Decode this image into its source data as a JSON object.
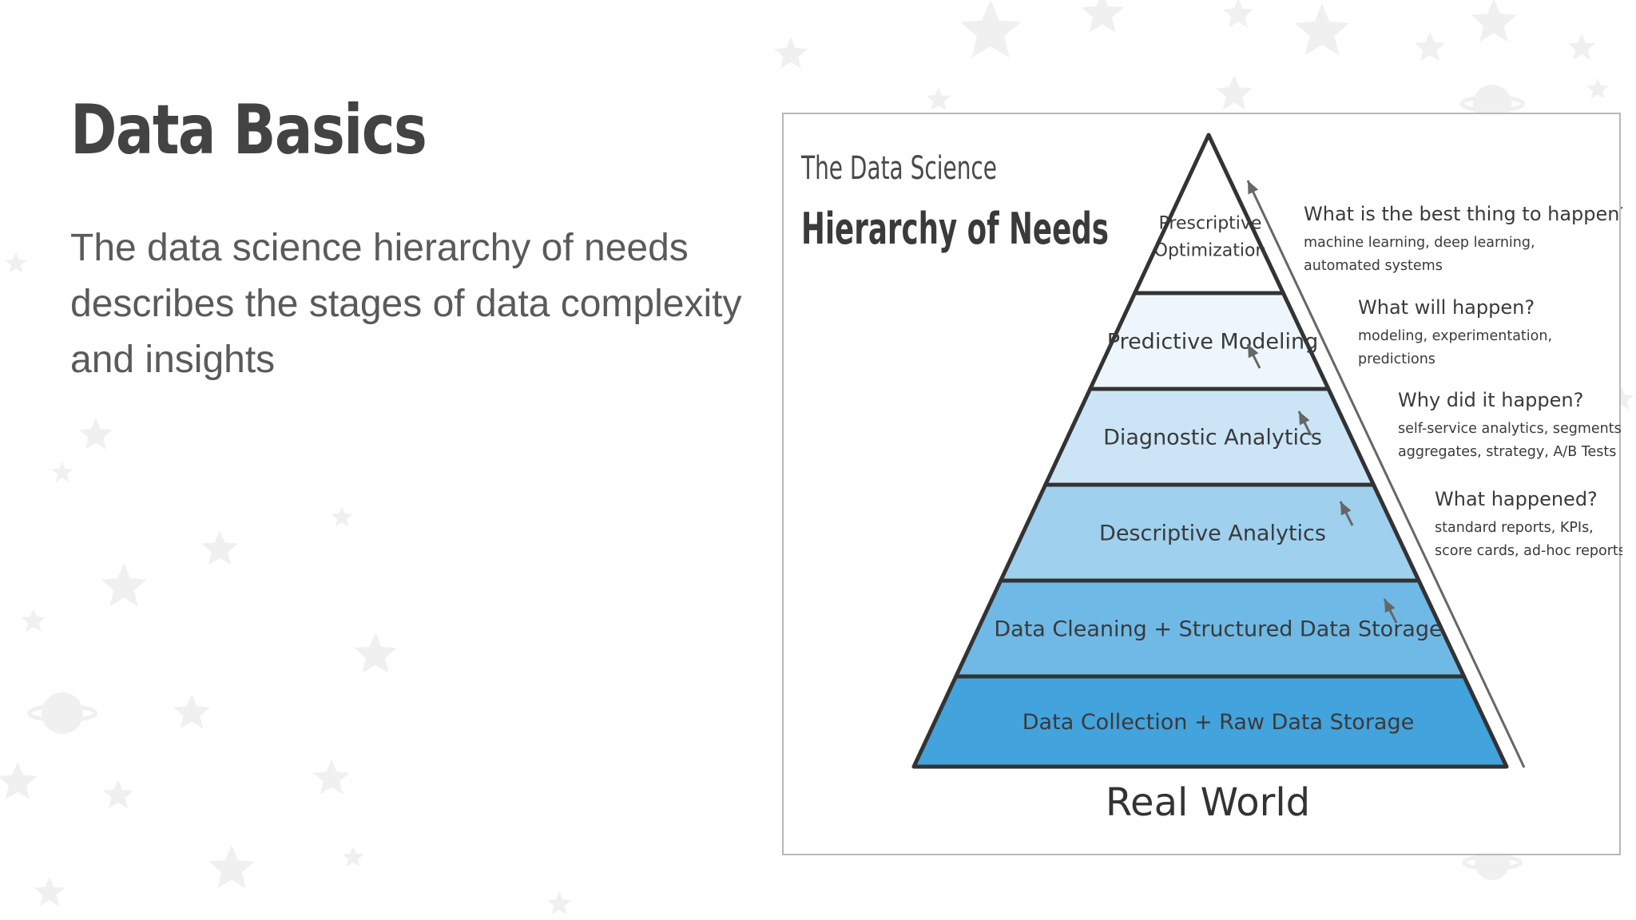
{
  "slide": {
    "title": "Data Basics",
    "body": "The data science hierarchy of needs describes the stages of data complexity and insights"
  },
  "figure": {
    "heading_line1": "The Data Science",
    "heading_line2": "Hierarchy of Needs",
    "tiers": [
      {
        "label_lines": [
          "Prescriptive",
          "Optimization"
        ],
        "color": "#ffffff"
      },
      {
        "label_lines": [
          "Predictive Modeling"
        ],
        "color": "#eef6fd"
      },
      {
        "label_lines": [
          "Diagnostic Analytics"
        ],
        "color": "#cbe5f6"
      },
      {
        "label_lines": [
          "Descriptive Analytics"
        ],
        "color": "#9fd0ee"
      },
      {
        "label_lines": [
          "Data Cleaning + Structured Data Storage"
        ],
        "color": "#6fb9e6"
      },
      {
        "label_lines": [
          "Data Collection + Raw Data Storage"
        ],
        "color": "#43a3dc"
      }
    ],
    "questions": [
      {
        "question": "What is the best thing to happen?",
        "detail_lines": [
          "machine learning, deep learning,",
          "automated systems"
        ]
      },
      {
        "question": "What will happen?",
        "detail_lines": [
          "modeling, experimentation,",
          "predictions"
        ]
      },
      {
        "question": "Why did it happen?",
        "detail_lines": [
          "self-service analytics, segments,",
          "aggregates, strategy, A/B Tests"
        ]
      },
      {
        "question": "What happened?",
        "detail_lines": [
          "standard reports, KPIs,",
          "score cards, ad-hoc reports"
        ]
      }
    ],
    "base_label": "Real World"
  },
  "colors": {
    "title": "#434343",
    "body_text": "#5a5a5a",
    "figure_text": "#3a3a3a",
    "pyramid_outline": "#333333",
    "arrow": "#666666",
    "decor_stars": "#f0f0f0"
  }
}
